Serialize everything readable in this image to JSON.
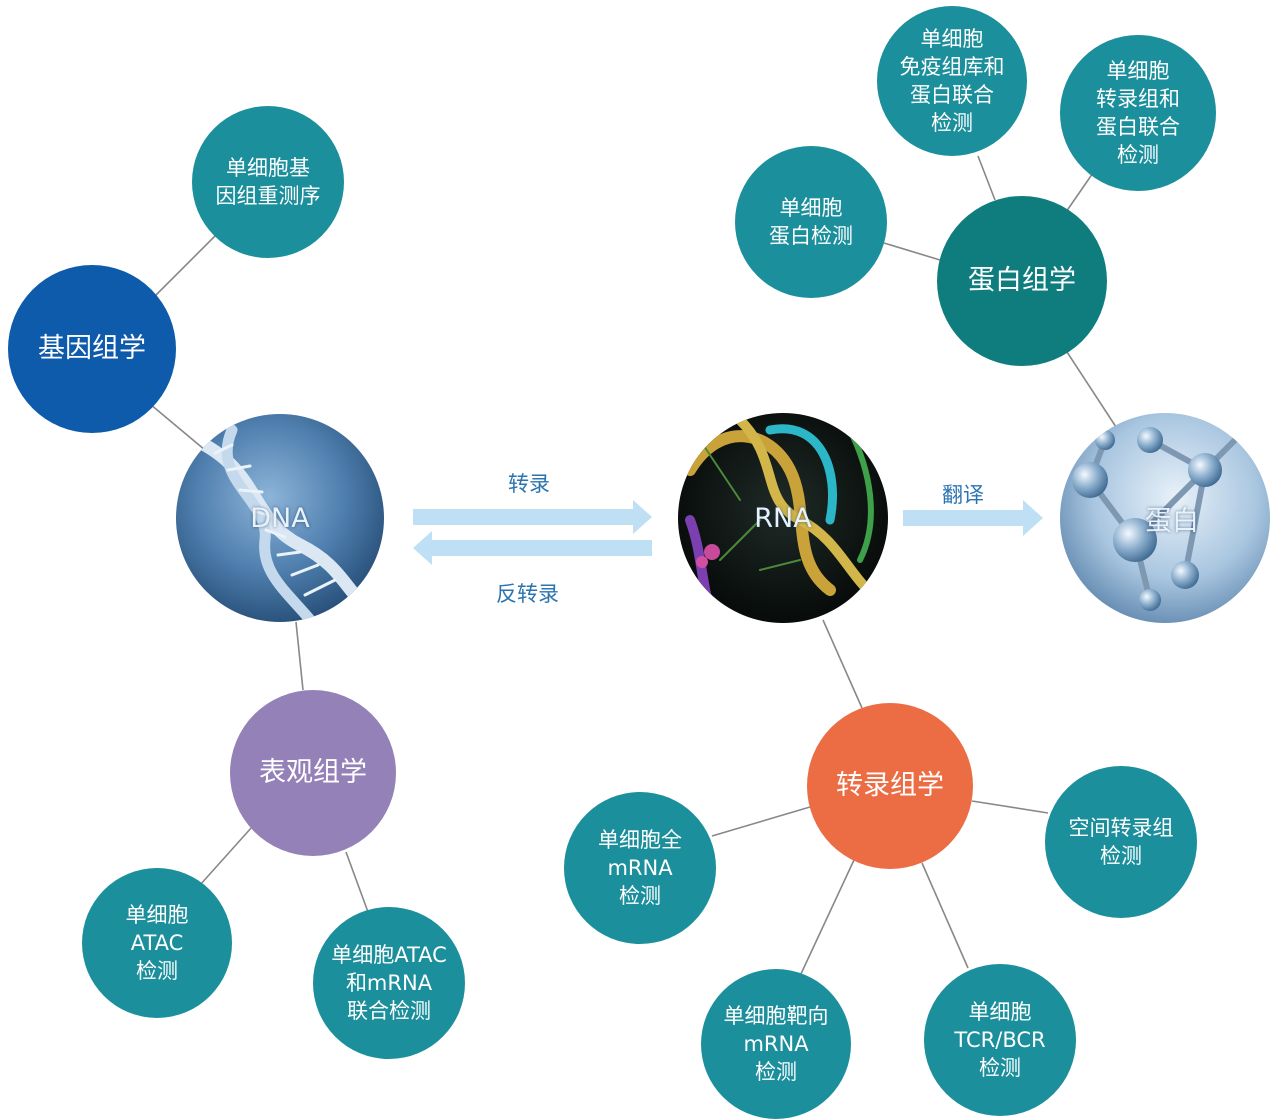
{
  "colors": {
    "leaf": "#1b8f9b",
    "genomics": "#0e5aab",
    "proteomics": "#0f7d7e",
    "epigenomics": "#9381b8",
    "transcriptomics": "#ec6c44",
    "arrow": "#bfe0f4",
    "connector": "#888888",
    "arrow_text": "#2a74b0"
  },
  "molecules": {
    "dna": "DNA",
    "rna": "RNA",
    "protein": "蛋白"
  },
  "hubs": {
    "genomics": "基因组学",
    "proteomics": "蛋白组学",
    "epigenomics": "表观组学",
    "transcriptomics": "转录组学"
  },
  "leaves": {
    "genome_seq": "单细胞基\n因组重测序",
    "protein_detect": "单细胞\n蛋白检测",
    "immune_protein": "单细胞\n免疫组库和\n蛋白联合\n检测",
    "transcript_protein": "单细胞\n转录组和\n蛋白联合\n检测",
    "atac": "单细胞\nATAC\n检测",
    "atac_mrna": "单细胞ATAC\n和mRNA\n联合检测",
    "full_mrna": "单细胞全\nmRNA\n检测",
    "targeted_mrna": "单细胞靶向\nmRNA\n检测",
    "tcr_bcr": "单细胞\nTCR/BCR\n检测",
    "spatial": "空间转录组\n检测"
  },
  "arrows": {
    "transcription": "转录",
    "reverse_transcription": "反转录",
    "translation": "翻译"
  }
}
